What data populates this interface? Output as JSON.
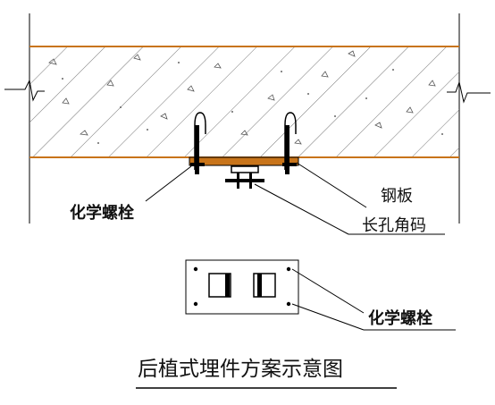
{
  "labels": {
    "chem_bolt_top": "化学螺栓",
    "steel_plate": "钢板",
    "slot_angle": "长孔角码",
    "chem_bolt_bottom": "化学螺栓"
  },
  "caption": "后植式埋件方案示意图",
  "colors": {
    "slab_hatch": "#666666",
    "steel_plate": "#c8741a",
    "line": "#000000",
    "background": "#ffffff"
  }
}
